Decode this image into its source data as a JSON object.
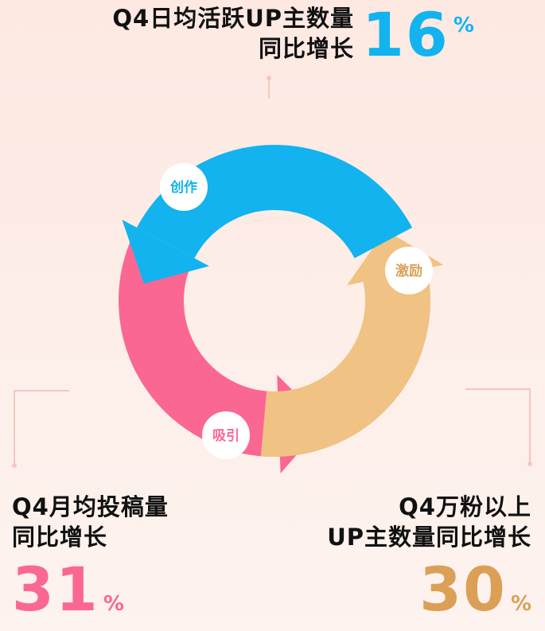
{
  "colors": {
    "blue": "#12b3ee",
    "pink": "#fb6793",
    "orange": "#f0c283",
    "orange_text": "#dba056",
    "line": "#f5c6c0"
  },
  "top_stat": {
    "line1": "Q4日均活跃UP主数量",
    "line2": "同比增长",
    "value": "16",
    "unit": "%"
  },
  "left_stat": {
    "line1": "Q4月均投稿量",
    "line2": "同比增长",
    "value": "31",
    "unit": "%"
  },
  "right_stat": {
    "line1": "Q4万粉以上",
    "line2": "UP主数量同比增长",
    "value": "30",
    "unit": "%"
  },
  "cycle": {
    "create": "创作",
    "reward": "激励",
    "attract": "吸引"
  }
}
